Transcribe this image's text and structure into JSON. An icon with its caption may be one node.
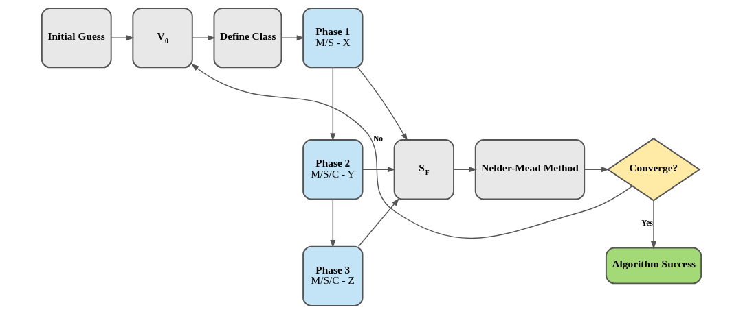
{
  "diagram": {
    "nodes": [
      {
        "text": [
          "Initial Guess"
        ]
      },
      {
        "text": [
          "V$_{0}$"
        ]
      },
      {
        "text": [
          "Define Class"
        ]
      },
      {
        "text": [
          "Phase 1",
          "M/S - X"
        ]
      },
      {
        "text": [
          "Phase 2",
          "M/S/C - Y"
        ]
      },
      {
        "text": [
          "Phase 3",
          "M/S/C - Z"
        ]
      },
      {
        "text": [
          "S$_{F}$"
        ]
      },
      {
        "text": [
          "Nelder-Mead Method"
        ]
      },
      {
        "text": [
          "Converge?"
        ]
      },
      {
        "text": [
          "Algorithm Success"
        ]
      }
    ],
    "edges": [
      {
        "from": 0,
        "to": 1,
        "arrow": "to"
      },
      {
        "from": 1,
        "to": 2,
        "arrow": "to"
      },
      {
        "from": 2,
        "to": 3,
        "arrow": "to"
      },
      {
        "from": 3,
        "to": 4,
        "arrow": "to"
      },
      {
        "from": 4,
        "to": 5,
        "arrow": "to"
      },
      {
        "from": 3,
        "to": 6,
        "arrow": "to"
      },
      {
        "from": 4,
        "to": 6,
        "arrow": "to"
      },
      {
        "from": 5,
        "to": 6,
        "arrow": "to"
      },
      {
        "from": 6,
        "to": 7,
        "arrow": "to"
      },
      {
        "from": 7,
        "to": 8,
        "arrow": "to"
      },
      {
        "from": 8,
        "to": 9,
        "arrow": "to",
        "label": "Yes"
      },
      {
        "from": 8,
        "to": 1,
        "arrow": "to",
        "label": "No"
      }
    ]
  }
}
